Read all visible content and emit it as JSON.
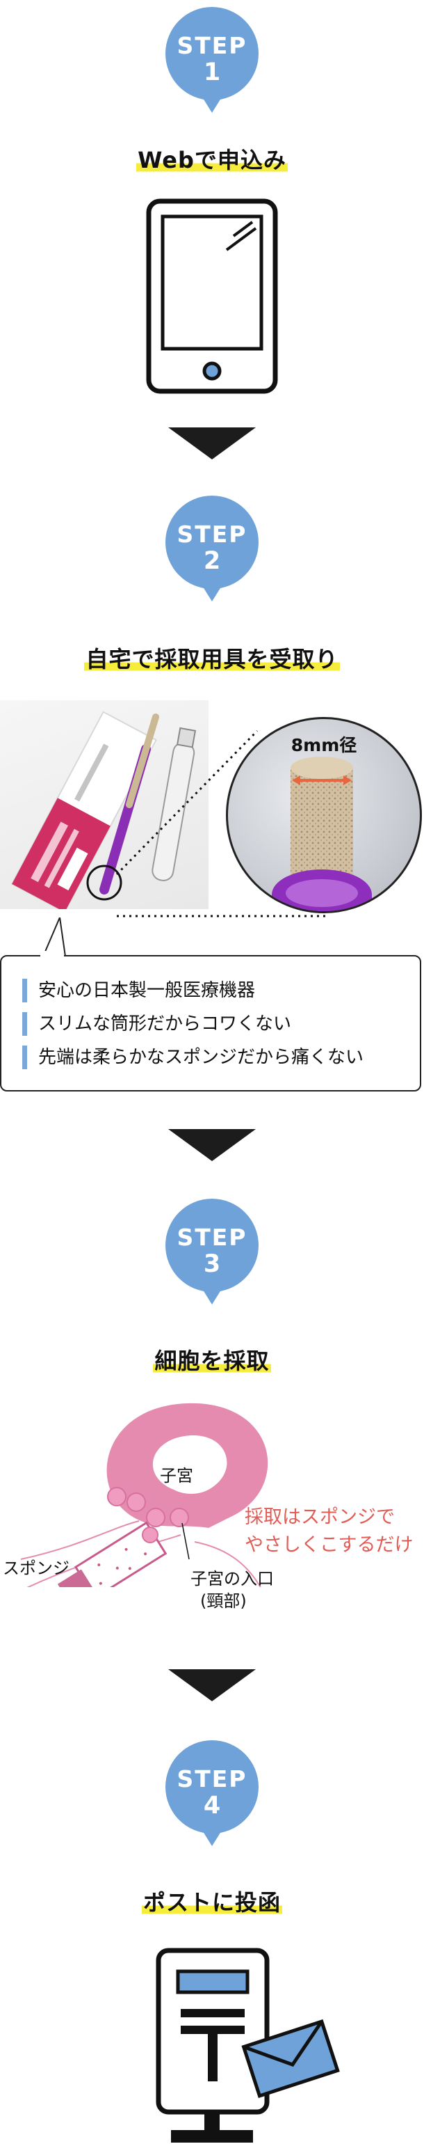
{
  "colors": {
    "badge": "#6ea2d9",
    "highlight": "#f6ec3c",
    "pink": "#e58bb0",
    "arrow": "#1c1c1c",
    "accent_red": "#e25b55",
    "bullet_bar": "#7aa8d8"
  },
  "steps": [
    {
      "step_label": "STEP",
      "number": "1",
      "title": "Webで申込み",
      "icon": "tablet-icon"
    },
    {
      "step_label": "STEP",
      "number": "2",
      "title": "自宅で採取用具を受取り",
      "icon": "sampling-kit-photo",
      "zoom_label": "8mm径",
      "features": [
        "安心の日本製一般医療機器",
        "スリムな筒形だからコワくない",
        "先端は柔らかなスポンジだから痛くない"
      ]
    },
    {
      "step_label": "STEP",
      "number": "3",
      "title": "細胞を採取",
      "icon": "uterus-diagram",
      "labels": {
        "uterus": "子宮",
        "sponge": "スポンジ",
        "cervix_line1": "子宮の入口",
        "cervix_line2": "(頸部)"
      },
      "note_line1": "採取はスポンジで",
      "note_line2": "やさしくこするだけ"
    },
    {
      "step_label": "STEP",
      "number": "4",
      "title": "ポストに投函",
      "icon": "mailbox-icon"
    }
  ]
}
